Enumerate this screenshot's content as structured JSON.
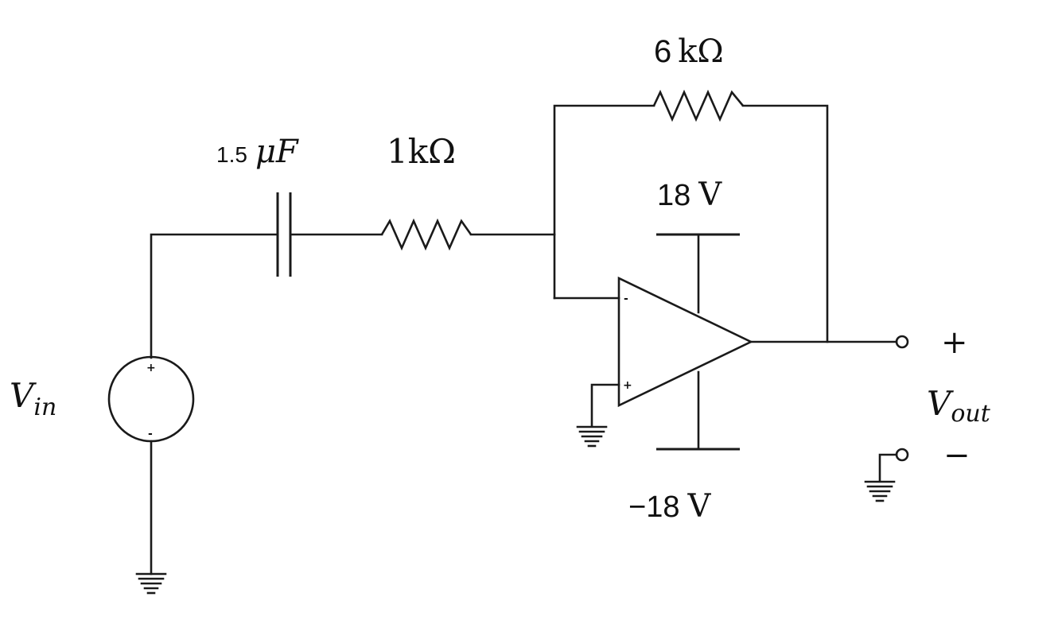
{
  "components": {
    "capacitor": {
      "value": "1.5",
      "unit": "μF"
    },
    "input_resistor": {
      "label": "1kΩ"
    },
    "feedback_resistor": {
      "value": "6",
      "unit": "kΩ"
    },
    "positive_supply": {
      "value": "18",
      "unit": "V"
    },
    "negative_supply": {
      "value": "−18",
      "unit": "V"
    }
  },
  "source": {
    "symbol": "V",
    "subscript": "in",
    "plus_mark": "+",
    "minus_mark": "-"
  },
  "opamp": {
    "inverting_mark": "-",
    "noninverting_mark": "+"
  },
  "output": {
    "symbol": "V",
    "subscript": "out",
    "plus_terminal": "+",
    "minus_terminal": "−"
  }
}
